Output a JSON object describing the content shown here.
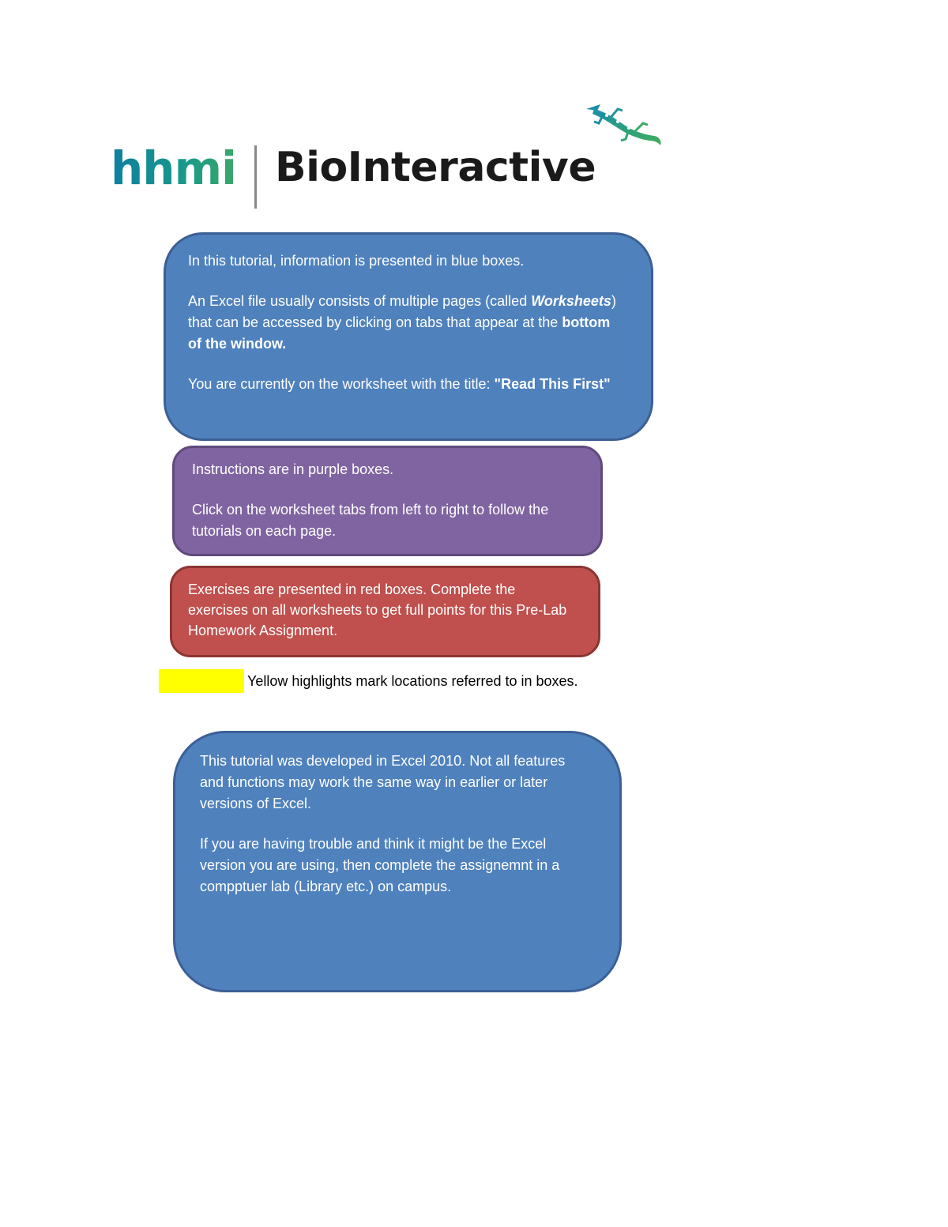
{
  "logo": {
    "brand_left": "hhmi",
    "brand_right": "BioInteractive",
    "emblem_icon": "lizard-icon"
  },
  "colors": {
    "info_box": "#4f81bd",
    "instruction_box": "#8064a2",
    "exercise_box": "#c0504d",
    "highlight": "#ffff00"
  },
  "info_box": {
    "line1": "In this tutorial, information is presented in blue boxes.",
    "p2_pre": "An Excel file usually consists of multiple pages (called ",
    "p2_em": "Worksheets",
    "p2_mid": ") that can be accessed by clicking on tabs that appear at the ",
    "p2_bold": "bottom of the window.",
    "p3_pre": "You are currently on the worksheet with the title: ",
    "p3_bold": "\"Read This First\""
  },
  "instruction_box": {
    "line1": "Instructions are in purple boxes.",
    "line2": "Click on the worksheet tabs from left to right to follow the tutorials on each page."
  },
  "exercise_box": {
    "text": "Exercises are presented in red boxes. Complete the exercises on all worksheets to get full points for this Pre-Lab Homework Assignment."
  },
  "highlight_legend": {
    "text": "Yellow highlights mark locations referred to in boxes."
  },
  "version_box": {
    "p1": "This tutorial was developed in Excel 2010. Not all features and functions may work the same way in earlier or later versions of Excel.",
    "p2": "If you are having trouble and think it might be the Excel version you are using, then complete the assignemnt in a compptuer lab (Library etc.) on campus."
  }
}
